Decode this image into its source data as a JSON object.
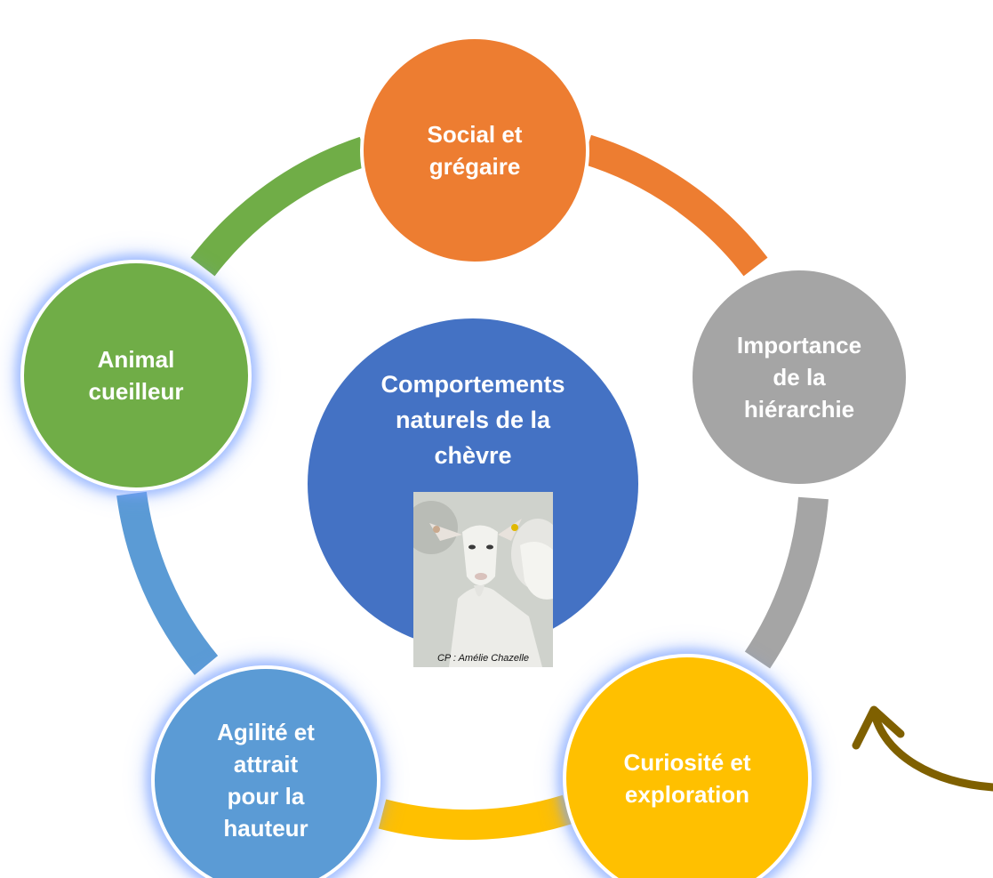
{
  "colors": {
    "social": "#ED7D31",
    "hierarchy": "#A5A5A5",
    "curiosity": "#FFC000",
    "agility": "#5B9BD5",
    "gatherer": "#70AD47",
    "center": "#4472C4",
    "arrow": "#7F6000"
  },
  "center": {
    "lines": [
      "Comportements",
      "naturels de la",
      "chèvre"
    ]
  },
  "nodes": {
    "social": {
      "lines": [
        "Social et",
        "grégaire"
      ]
    },
    "hierarchy": {
      "lines": [
        "Importance",
        "de la",
        "hiérarchie"
      ]
    },
    "curiosity": {
      "lines": [
        "Curiosité et",
        "exploration"
      ]
    },
    "agility": {
      "lines": [
        "Agilité et",
        "attrait",
        "pour la",
        "hauteur"
      ]
    },
    "gatherer": {
      "lines": [
        "Animal",
        "cueilleur"
      ]
    }
  },
  "photo": {
    "credit": "CP : Amélie Chazelle",
    "icon": "goat-photo"
  },
  "arrow": {
    "icon": "curved-arrow-icon"
  }
}
